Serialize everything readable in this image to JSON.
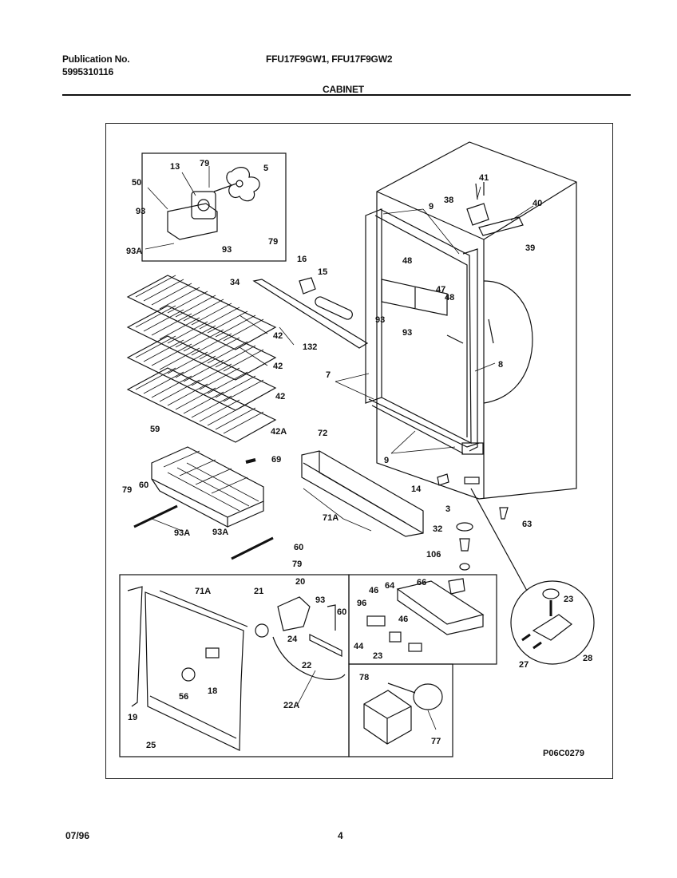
{
  "header": {
    "publication_label": "Publication No.",
    "publication_number": "5995310116",
    "models": "FFU17F9GW1, FFU17F9GW2",
    "section": "CABINET"
  },
  "diagram": {
    "drawing_id": "P06C0279",
    "callouts": {
      "c13": "13",
      "c79a": "79",
      "c5": "5",
      "c50": "50",
      "c93a": "93",
      "c93A_a": "93A",
      "c93b": "93",
      "c79b": "79",
      "c41": "41",
      "c38": "38",
      "c40": "40",
      "c39": "39",
      "c9a": "9",
      "c48a": "48",
      "c47": "47",
      "c48b": "48",
      "c93c": "93",
      "c93d": "93",
      "c7": "7",
      "c8": "8",
      "c9b": "9",
      "c16": "16",
      "c15": "15",
      "c34": "34",
      "c132": "132",
      "c42a": "42",
      "c42b": "42",
      "c42c": "42",
      "c42A": "42A",
      "c59": "59",
      "c69": "69",
      "c79c": "79",
      "c60a": "60",
      "c93A_b": "93A",
      "c72": "72",
      "c71A_a": "71A",
      "c93A_c": "93A",
      "c60b": "60",
      "c79d": "79",
      "c14": "14",
      "c3": "3",
      "c32": "32",
      "c106": "106",
      "c63": "63",
      "c71A_b": "71A",
      "c21": "21",
      "c20": "20",
      "c93e": "93",
      "c60c": "60",
      "c24": "24",
      "c22": "22",
      "c22A": "22A",
      "c18": "18",
      "c56": "56",
      "c19": "19",
      "c25": "25",
      "c46a": "46",
      "c64": "64",
      "c66": "66",
      "c96": "96",
      "c46b": "46",
      "c44": "44",
      "c23a": "23",
      "c78": "78",
      "c77": "77",
      "c23b": "23",
      "c27": "27",
      "c28": "28"
    }
  },
  "footer": {
    "date": "07/96",
    "page": "4"
  }
}
